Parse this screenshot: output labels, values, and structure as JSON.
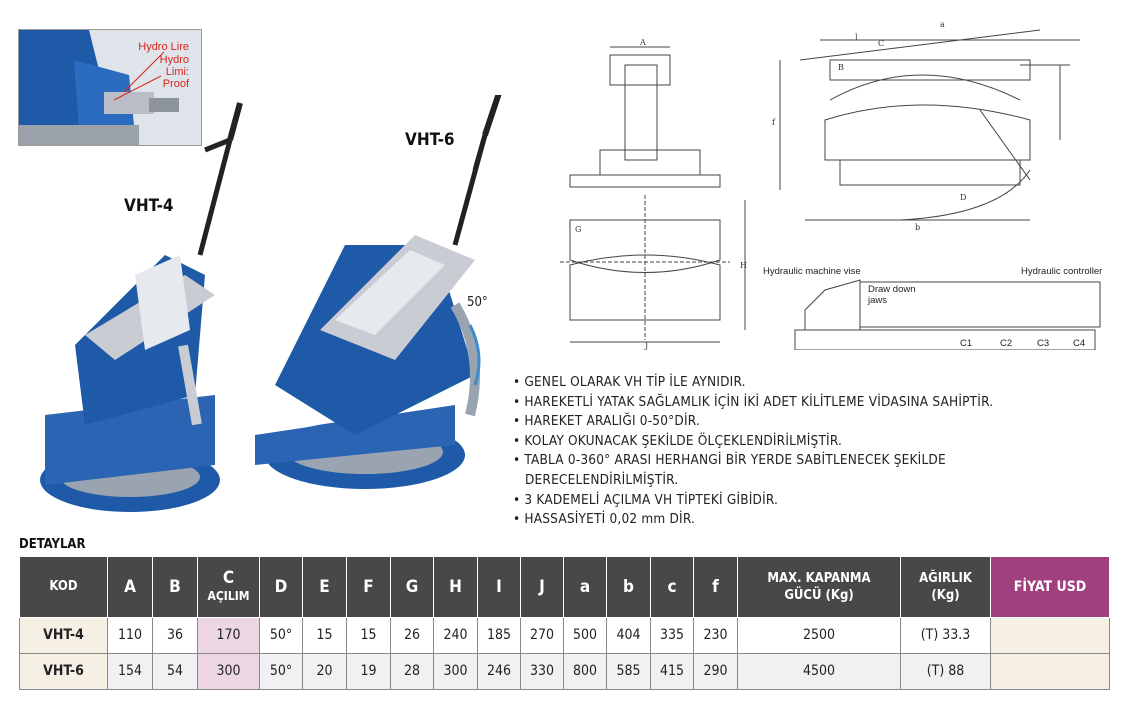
{
  "inset": {
    "label_1": "Hydro Lire",
    "label_2": "Hydro Limi: Proof"
  },
  "models": {
    "left": "VHT-4",
    "right": "VHT-6",
    "angle": "50°"
  },
  "drawings": {
    "dims": [
      "A",
      "B",
      "C",
      "D",
      "G",
      "H",
      "J",
      "a",
      "b",
      "c",
      "f",
      "l"
    ],
    "hydraulic_vise_label": "Hydraulic machine vise",
    "controller_label": "Hydraulic controller",
    "jaws_label_1": "Draw down",
    "jaws_label_2": "jaws",
    "clamps": [
      "C1",
      "C2",
      "C3",
      "C4"
    ]
  },
  "features": [
    "GENEL OLARAK VH TİP İLE AYNIDIR.",
    "HAREKETLİ YATAK SAĞLAMLIK İÇİN İKİ ADET KİLİTLEME VİDASINA SAHİPTİR.",
    "HAREKET ARALIĞI 0-50°DİR.",
    "KOLAY OKUNACAK ŞEKİLDE ÖLÇEKLENDİRİLMİŞTİR.",
    "TABLA 0-360° ARASI HERHANGİ BİR YERDE SABİTLENECEK ŞEKİLDE DERECELENDİRİLMİŞTİR.",
    "3 KADEMELİ AÇILMA VH TİPTEKİ GİBİDİR.",
    "HASSASİYETİ 0,02 mm DİR."
  ],
  "details": {
    "title": "DETAYLAR",
    "headers": [
      "KOD",
      "A",
      "B",
      "C",
      "AÇILIM",
      "D",
      "E",
      "F",
      "G",
      "H",
      "I",
      "J",
      "a",
      "b",
      "c",
      "f",
      "MAX. KAPANMA GÜCÜ (Kg)",
      "AĞIRLIK (Kg)",
      "FİYAT USD"
    ],
    "rows": [
      [
        "VHT-4",
        "110",
        "36",
        "170",
        "50°",
        "15",
        "15",
        "26",
        "240",
        "185",
        "270",
        "500",
        "404",
        "335",
        "230",
        "2500",
        "(T) 33.3",
        ""
      ],
      [
        "VHT-6",
        "154",
        "54",
        "300",
        "50°",
        "20",
        "19",
        "28",
        "300",
        "246",
        "330",
        "800",
        "585",
        "415",
        "290",
        "4500",
        "(T) 88",
        ""
      ]
    ]
  },
  "colors": {
    "vise_blue": "#1f5aa8",
    "header_gray": "#4a4748",
    "price_purple": "#a0407e",
    "c_pink": "#ecd6e3",
    "kod_cream": "#f6efe4"
  }
}
